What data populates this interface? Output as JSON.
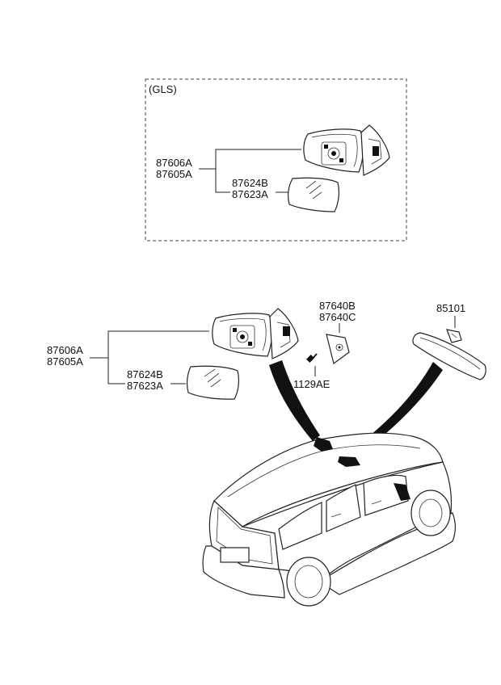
{
  "inset": {
    "label": "(GLS)",
    "callout_mirror": [
      "87606A",
      "87605A"
    ],
    "callout_glass": [
      "87624B",
      "87623A"
    ]
  },
  "main": {
    "callout_mirror": [
      "87606A",
      "87605A"
    ],
    "callout_glass": [
      "87624B",
      "87623A"
    ],
    "callout_cover": [
      "87640B",
      "87640C"
    ],
    "callout_screw": "1129AE",
    "callout_inside_mirror": "85101"
  }
}
